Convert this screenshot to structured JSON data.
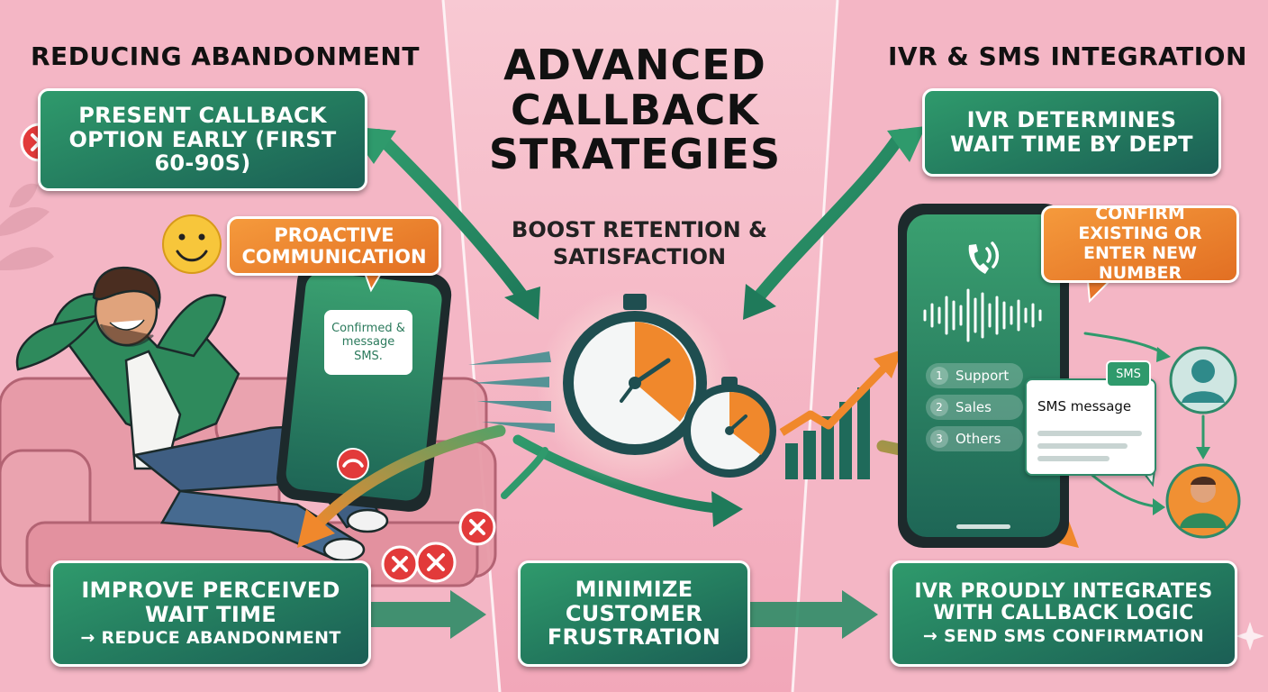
{
  "title": "ADVANCED CALLBACK STRATEGIES",
  "subtitle": "BOOST RETENTION & SATISFACTION",
  "left_column": {
    "heading": "REDUCING ABANDONMENT",
    "card_top": "PRESENT CALLBACK OPTION EARLY (FIRST 60-90s)",
    "bubble": "PROACTIVE COMMUNICATION",
    "phone_message": "Confirmed & message SMS.",
    "card_bottom_main": "IMPROVE PERCEIVED WAIT TIME",
    "card_bottom_sub": "→ REDUCE ABANDONMENT"
  },
  "center_column": {
    "card_bottom": "MINIMIZE CUSTOMER FRUSTRATION"
  },
  "right_column": {
    "heading": "IVR & SMS INTEGRATION",
    "card_top": "IVR DETERMINES WAIT TIME BY DEPT",
    "bubble": "CONFIRM EXISTING OR ENTER NEW NUMBER",
    "ivr_menu": [
      {
        "num": "1",
        "label": "Support"
      },
      {
        "num": "2",
        "label": "Sales"
      },
      {
        "num": "3",
        "label": "Others"
      }
    ],
    "sms_tag": "SMS",
    "sms_message": "SMS message",
    "card_bottom_main": "IVR PROUDLY INTEGRATES WITH CALLBACK LOGIC",
    "card_bottom_sub": "→ SEND SMS CONFIRMATION"
  },
  "colors": {
    "background_pink": "#f3b3c3",
    "card_green": "#237a5e",
    "bubble_orange": "#ee8a2e",
    "error_red": "#e23a3a"
  },
  "icons": [
    "x-error-icon",
    "smiley-icon",
    "phone-icon",
    "stopwatch-icon",
    "growth-arrow-icon",
    "user-icon",
    "hangup-icon",
    "sound-wave-icon"
  ]
}
